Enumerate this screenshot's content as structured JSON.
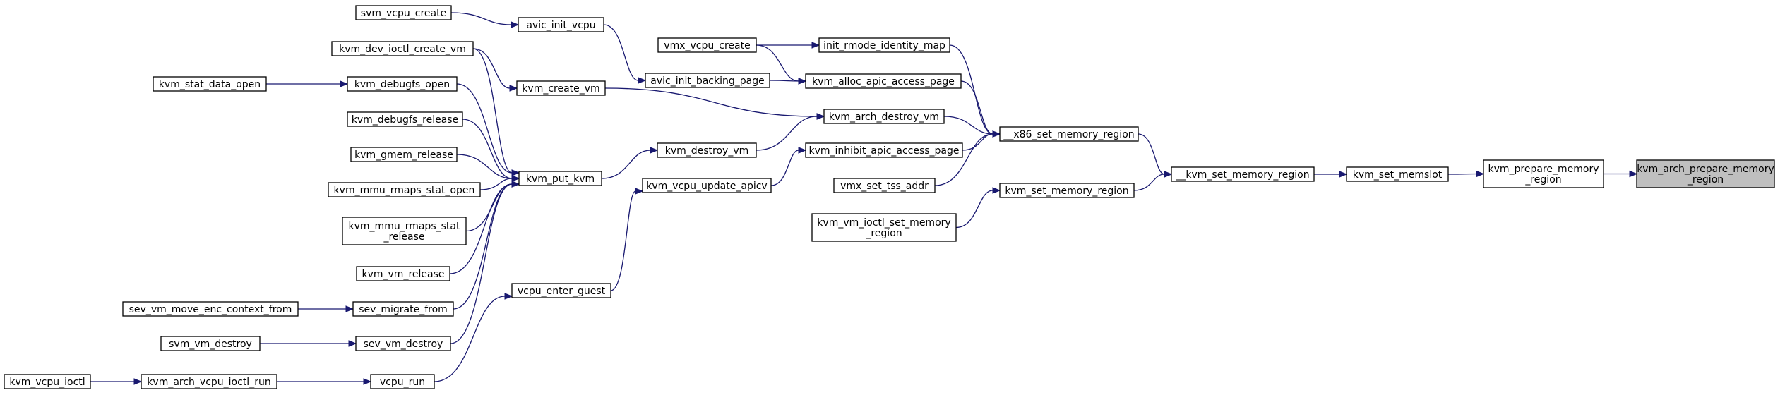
{
  "graph": {
    "root": "kvm_arch_prepare_memory_region",
    "colors": {
      "edge": "#191970",
      "node_border": "#000000",
      "node_fill": "#ffffff",
      "root_fill": "#bfbfbf"
    },
    "nodes": [
      {
        "id": "kvm_arch_prepare_memory_region",
        "lines": [
          "kvm_arch_prepare_memory",
          "_region"
        ],
        "root": true
      },
      {
        "id": "kvm_prepare_memory_region",
        "lines": [
          "kvm_prepare_memory",
          "_region"
        ]
      },
      {
        "id": "kvm_set_memslot",
        "lines": [
          "kvm_set_memslot"
        ]
      },
      {
        "id": "__kvm_set_memory_region",
        "lines": [
          "__kvm_set_memory_region"
        ]
      },
      {
        "id": "__x86_set_memory_region",
        "lines": [
          "__x86_set_memory_region"
        ]
      },
      {
        "id": "kvm_set_memory_region",
        "lines": [
          "kvm_set_memory_region"
        ]
      },
      {
        "id": "kvm_vm_ioctl_set_memory_region",
        "lines": [
          "kvm_vm_ioctl_set_memory",
          "_region"
        ]
      },
      {
        "id": "init_rmode_identity_map",
        "lines": [
          "init_rmode_identity_map"
        ]
      },
      {
        "id": "kvm_alloc_apic_access_page",
        "lines": [
          "kvm_alloc_apic_access_page"
        ]
      },
      {
        "id": "kvm_arch_destroy_vm",
        "lines": [
          "kvm_arch_destroy_vm"
        ]
      },
      {
        "id": "kvm_inhibit_apic_access_page",
        "lines": [
          "kvm_inhibit_apic_access_page"
        ]
      },
      {
        "id": "vmx_set_tss_addr",
        "lines": [
          "vmx_set_tss_addr"
        ]
      },
      {
        "id": "vmx_vcpu_create",
        "lines": [
          "vmx_vcpu_create"
        ]
      },
      {
        "id": "avic_init_backing_page",
        "lines": [
          "avic_init_backing_page"
        ]
      },
      {
        "id": "kvm_destroy_vm",
        "lines": [
          "kvm_destroy_vm"
        ]
      },
      {
        "id": "kvm_vcpu_update_apicv",
        "lines": [
          "kvm_vcpu_update_apicv"
        ]
      },
      {
        "id": "avic_init_vcpu",
        "lines": [
          "avic_init_vcpu"
        ]
      },
      {
        "id": "kvm_create_vm",
        "lines": [
          "kvm_create_vm"
        ]
      },
      {
        "id": "kvm_put_kvm",
        "lines": [
          "kvm_put_kvm"
        ]
      },
      {
        "id": "vcpu_enter_guest",
        "lines": [
          "vcpu_enter_guest"
        ]
      },
      {
        "id": "svm_vcpu_create",
        "lines": [
          "svm_vcpu_create"
        ]
      },
      {
        "id": "kvm_dev_ioctl_create_vm",
        "lines": [
          "kvm_dev_ioctl_create_vm"
        ]
      },
      {
        "id": "kvm_debugfs_open",
        "lines": [
          "kvm_debugfs_open"
        ]
      },
      {
        "id": "kvm_debugfs_release",
        "lines": [
          "kvm_debugfs_release"
        ]
      },
      {
        "id": "kvm_gmem_release",
        "lines": [
          "kvm_gmem_release"
        ]
      },
      {
        "id": "kvm_mmu_rmaps_stat_open",
        "lines": [
          "kvm_mmu_rmaps_stat_open"
        ]
      },
      {
        "id": "kvm_mmu_rmaps_stat_release",
        "lines": [
          "kvm_mmu_rmaps_stat",
          "_release"
        ]
      },
      {
        "id": "kvm_vm_release",
        "lines": [
          "kvm_vm_release"
        ]
      },
      {
        "id": "sev_migrate_from",
        "lines": [
          "sev_migrate_from"
        ]
      },
      {
        "id": "sev_vm_destroy",
        "lines": [
          "sev_vm_destroy"
        ]
      },
      {
        "id": "vcpu_run",
        "lines": [
          "vcpu_run"
        ]
      },
      {
        "id": "kvm_stat_data_open",
        "lines": [
          "kvm_stat_data_open"
        ]
      },
      {
        "id": "sev_vm_move_enc_context_from",
        "lines": [
          "sev_vm_move_enc_context_from"
        ]
      },
      {
        "id": "svm_vm_destroy",
        "lines": [
          "svm_vm_destroy"
        ]
      },
      {
        "id": "kvm_arch_vcpu_ioctl_run",
        "lines": [
          "kvm_arch_vcpu_ioctl_run"
        ]
      },
      {
        "id": "kvm_vcpu_ioctl",
        "lines": [
          "kvm_vcpu_ioctl"
        ]
      }
    ],
    "edges": [
      {
        "from": "kvm_prepare_memory_region",
        "to": "kvm_arch_prepare_memory_region"
      },
      {
        "from": "kvm_set_memslot",
        "to": "kvm_prepare_memory_region"
      },
      {
        "from": "__kvm_set_memory_region",
        "to": "kvm_set_memslot"
      },
      {
        "from": "__x86_set_memory_region",
        "to": "__kvm_set_memory_region"
      },
      {
        "from": "kvm_set_memory_region",
        "to": "__kvm_set_memory_region"
      },
      {
        "from": "kvm_vm_ioctl_set_memory_region",
        "to": "kvm_set_memory_region"
      },
      {
        "from": "init_rmode_identity_map",
        "to": "__x86_set_memory_region"
      },
      {
        "from": "kvm_alloc_apic_access_page",
        "to": "__x86_set_memory_region"
      },
      {
        "from": "kvm_arch_destroy_vm",
        "to": "__x86_set_memory_region"
      },
      {
        "from": "kvm_inhibit_apic_access_page",
        "to": "__x86_set_memory_region"
      },
      {
        "from": "vmx_set_tss_addr",
        "to": "__x86_set_memory_region"
      },
      {
        "from": "vmx_vcpu_create",
        "to": "init_rmode_identity_map"
      },
      {
        "from": "vmx_vcpu_create",
        "to": "kvm_alloc_apic_access_page"
      },
      {
        "from": "avic_init_backing_page",
        "to": "kvm_alloc_apic_access_page"
      },
      {
        "from": "kvm_create_vm",
        "to": "kvm_arch_destroy_vm"
      },
      {
        "from": "kvm_destroy_vm",
        "to": "kvm_arch_destroy_vm"
      },
      {
        "from": "kvm_vcpu_update_apicv",
        "to": "kvm_inhibit_apic_access_page"
      },
      {
        "from": "avic_init_vcpu",
        "to": "avic_init_backing_page"
      },
      {
        "from": "svm_vcpu_create",
        "to": "avic_init_vcpu"
      },
      {
        "from": "kvm_dev_ioctl_create_vm",
        "to": "kvm_create_vm"
      },
      {
        "from": "kvm_put_kvm",
        "to": "kvm_destroy_vm"
      },
      {
        "from": "vcpu_enter_guest",
        "to": "kvm_vcpu_update_apicv"
      },
      {
        "from": "kvm_dev_ioctl_create_vm",
        "to": "kvm_put_kvm"
      },
      {
        "from": "kvm_debugfs_open",
        "to": "kvm_put_kvm"
      },
      {
        "from": "kvm_debugfs_release",
        "to": "kvm_put_kvm"
      },
      {
        "from": "kvm_gmem_release",
        "to": "kvm_put_kvm"
      },
      {
        "from": "kvm_mmu_rmaps_stat_open",
        "to": "kvm_put_kvm"
      },
      {
        "from": "kvm_mmu_rmaps_stat_release",
        "to": "kvm_put_kvm"
      },
      {
        "from": "kvm_vm_release",
        "to": "kvm_put_kvm"
      },
      {
        "from": "sev_migrate_from",
        "to": "kvm_put_kvm"
      },
      {
        "from": "sev_vm_destroy",
        "to": "kvm_put_kvm"
      },
      {
        "from": "kvm_stat_data_open",
        "to": "kvm_debugfs_open"
      },
      {
        "from": "sev_vm_move_enc_context_from",
        "to": "sev_migrate_from"
      },
      {
        "from": "svm_vm_destroy",
        "to": "sev_vm_destroy"
      },
      {
        "from": "vcpu_run",
        "to": "vcpu_enter_guest"
      },
      {
        "from": "kvm_arch_vcpu_ioctl_run",
        "to": "vcpu_run"
      },
      {
        "from": "kvm_vcpu_ioctl",
        "to": "kvm_arch_vcpu_ioctl_run"
      }
    ]
  }
}
